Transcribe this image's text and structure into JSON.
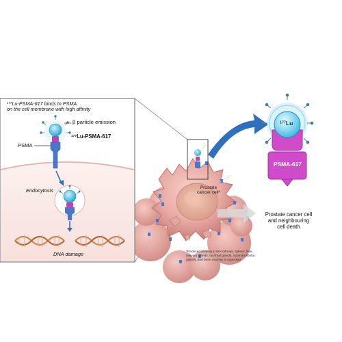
{
  "panel": {
    "caption_line1_sup": "177",
    "caption_line1": "Lu-PSMA-617 binds to PSMA",
    "caption_line2": "on the cell membrane with high affinity",
    "beta_label": "β particle emission",
    "psma_label": "PSMA",
    "drug_label_sup": "177",
    "drug_label": "Lu-PSMA-617",
    "endocytosis_label": "Endocytosis",
    "dna_damage_label": "DNA damage"
  },
  "zoom_badge": {
    "isotope_sup": "177",
    "isotope": "Lu",
    "ligand": "PSMA-617"
  },
  "cell_scene": {
    "cell_label": "Prostate cancer cell*",
    "outcome_label": "Prostate cancer cell and neighbouring cell death",
    "outcome_lines": [
      "Prostate cancer cell",
      "and neighbouring",
      "cell death"
    ],
    "footnote_lines": [
      "*Reduced binding in the kidneys, spleen, liver,",
      "salivary glands, lacrimal glands, submandibular",
      "glands, and bone marrow is expected."
    ]
  },
  "colors": {
    "lu_sphere": "#3fc3e6",
    "psma_receptor": "#4a78c8",
    "psma617_ligand": "#c13fb8",
    "badge_magenta": "#d04bc9",
    "badge_bubble": "#36b9e0",
    "arrow_blue": "#2e6fc0",
    "cell_pink": "#e9a7a2",
    "dna_orange": "#c8874e"
  }
}
